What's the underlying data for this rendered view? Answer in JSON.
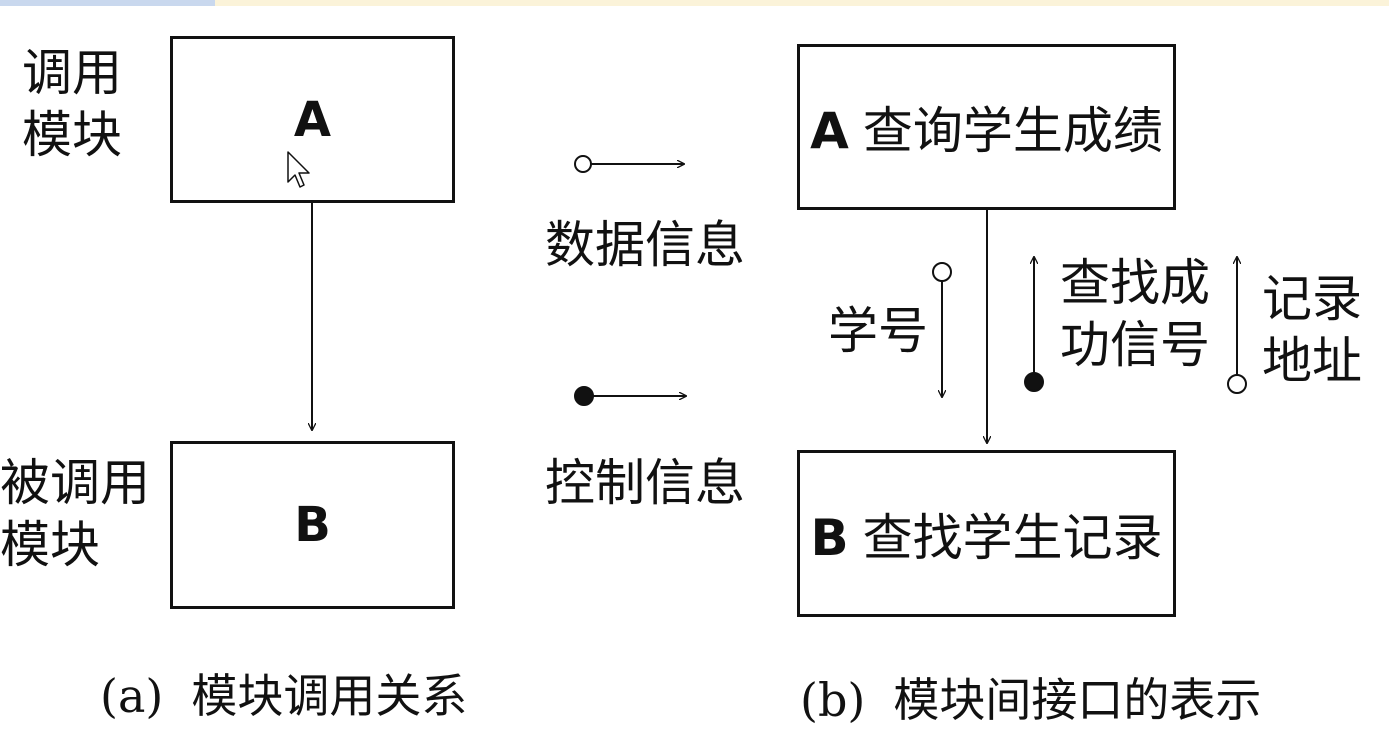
{
  "left": {
    "caller_label": [
      "调用",
      "模块"
    ],
    "callee_label": [
      "被调用",
      "模块"
    ],
    "box_a": "A",
    "box_b": "B",
    "caption_paren": "(a)",
    "caption_text": "模块调用关系"
  },
  "legend": {
    "data_info": "数据信息",
    "control_info": "控制信息"
  },
  "right": {
    "box_a_letter": "A",
    "box_a_text": "查询学生成绩",
    "box_b_letter": "B",
    "box_b_text": "查找学生记录",
    "student_id": "学号",
    "success_signal": [
      "查找成",
      "功信号"
    ],
    "record_address": [
      "记录",
      "地址"
    ],
    "caption_paren": "(b)",
    "caption_text": "模块间接口的表示"
  }
}
